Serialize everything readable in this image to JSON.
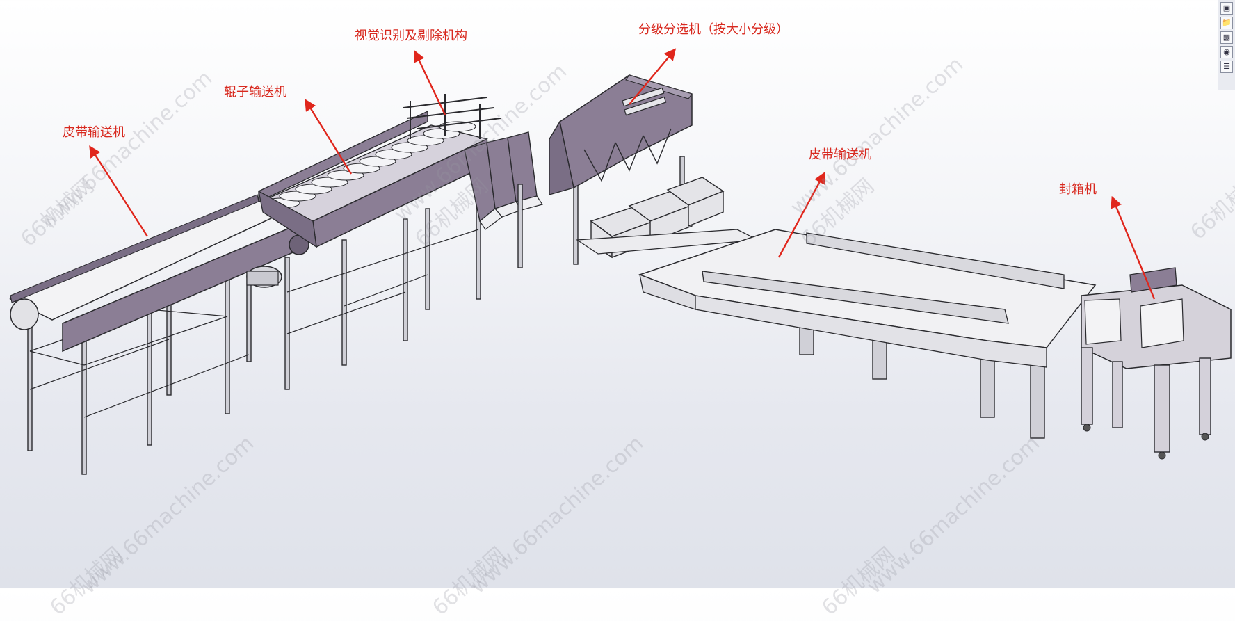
{
  "labels": {
    "belt_conveyor_left": "皮带输送机",
    "roller_conveyor": "辊子输送机",
    "vision_rejection": "视觉识别及剔除机构",
    "grading_sorter": "分级分选机（按大小分级）",
    "belt_conveyor_right": "皮带输送机",
    "carton_sealer": "封箱机"
  },
  "watermark": {
    "site": "www.66machine.com",
    "brand": "66机械网"
  },
  "toolbar": {
    "icons": [
      "part-icon",
      "folder-icon",
      "display-icon",
      "appearance-icon",
      "list-icon"
    ]
  },
  "colors": {
    "frame": "#8b7e95",
    "frame_dark": "#5f5568",
    "steel": "#e9e9ec",
    "steel_edge": "#2a2a2e",
    "arrow": "#e0261c",
    "label": "#d8291f"
  }
}
